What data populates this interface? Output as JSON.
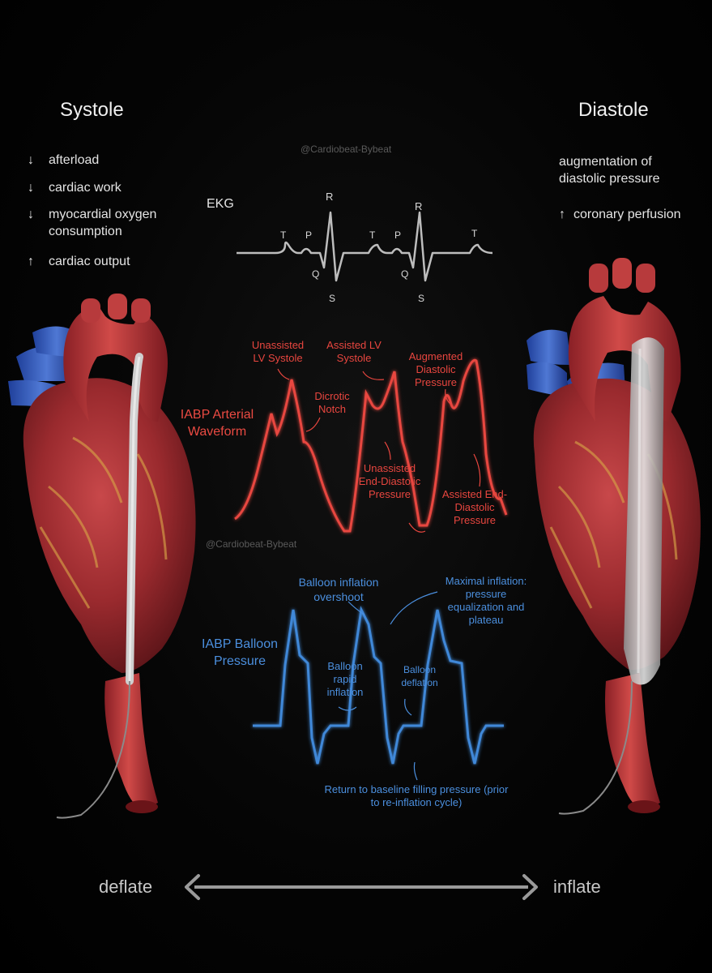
{
  "systole": {
    "title": "Systole",
    "items": [
      {
        "arrow": "↓",
        "text": "afterload"
      },
      {
        "arrow": "↓",
        "text": "cardiac work"
      },
      {
        "arrow": "↓",
        "text": "myocardial oxygen consumption"
      },
      {
        "arrow": "↑",
        "text": "cardiac output"
      }
    ]
  },
  "diastole": {
    "title": "Diastole",
    "item1": "augmentation of diastolic pressure",
    "item2_arrow": "↑",
    "item2_text": "coronary perfusion"
  },
  "watermark": "@Cardiobeat-Bybeat",
  "ekg": {
    "label": "EKG",
    "waves": [
      "T",
      "P",
      "R",
      "Q",
      "S",
      "T",
      "P",
      "R",
      "Q",
      "S",
      "T"
    ]
  },
  "arterial": {
    "title": "IABP Arterial Waveform",
    "labels": {
      "unassisted_systole": "Unassisted LV Systole",
      "assisted_systole": "Assisted LV Systole",
      "augmented": "Augmented Diastolic Pressure",
      "dicrotic": "Dicrotic Notch",
      "unassisted_ed": "Unassisted End-Diastolic Pressure",
      "assisted_ed": "Assisted End-Diastolic Pressure"
    }
  },
  "balloon": {
    "title": "IABP Balloon Pressure",
    "labels": {
      "overshoot": "Balloon inflation overshoot",
      "maximal": "Maximal inflation: pressure equalization and plateau",
      "rapid": "Balloon rapid inflation",
      "deflation": "Balloon deflation",
      "baseline": "Return to baseline filling pressure (prior to re-inflation cycle)"
    }
  },
  "bottom": {
    "left": "deflate",
    "right": "inflate"
  },
  "colors": {
    "red": "#e8463f",
    "blue": "#3f88d8",
    "ekg": "#bdbdbd"
  }
}
